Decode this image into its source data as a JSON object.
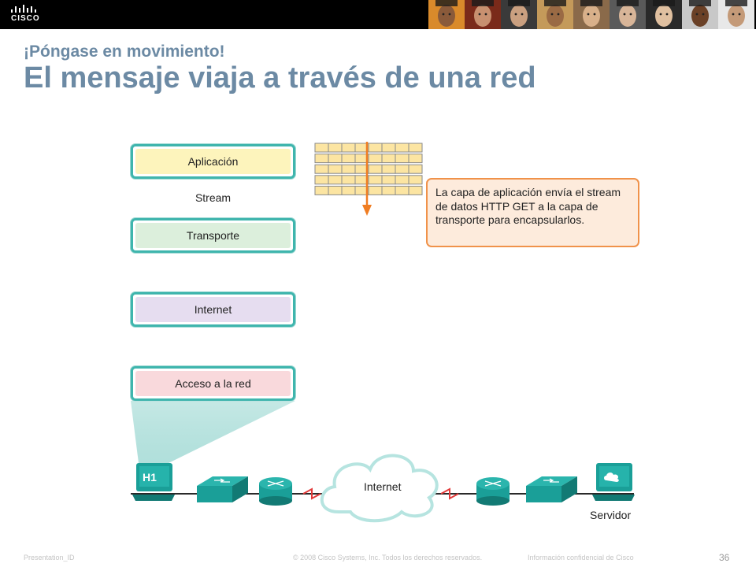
{
  "header": {
    "brand": "CISCO",
    "photos": [
      {
        "skin": "#8a5a3a",
        "bg": "#d98a2b"
      },
      {
        "skin": "#c89070",
        "bg": "#7a2a1a"
      },
      {
        "skin": "#caa080",
        "bg": "#3a3a3a"
      },
      {
        "skin": "#9a6a44",
        "bg": "#c49a5a"
      },
      {
        "skin": "#d8b08a",
        "bg": "#8a6a4a"
      },
      {
        "skin": "#d8b598",
        "bg": "#5a5a5a"
      },
      {
        "skin": "#e0c0a0",
        "bg": "#2a2a2a"
      },
      {
        "skin": "#6a4026",
        "bg": "#c8c8c8"
      },
      {
        "skin": "#c49a78",
        "bg": "#e8e8e8"
      }
    ]
  },
  "slide": {
    "subtitle": "¡Póngase en movimiento!",
    "title": "El mensaje viaja a través de una red"
  },
  "layers": [
    {
      "label": "Aplicación",
      "color": "#fdf4bc"
    },
    {
      "label": "Transporte",
      "color": "#dcefdc"
    },
    {
      "label": "Internet",
      "color": "#e6ddf0"
    },
    {
      "label": "Acceso a la red",
      "color": "#f9d9dc"
    }
  ],
  "stream_label": "Stream",
  "callout_text": "La capa de aplicación envía el stream de datos HTTP GET a la capa de transporte para encapsularlos.",
  "network": {
    "host_label": "H1",
    "cloud_label": "Internet",
    "server_label": "Servidor"
  },
  "footer": {
    "left": "Presentation_ID",
    "center": "© 2008 Cisco Systems, Inc. Todos los derechos reservados.",
    "right": "Información confidencial de Cisco",
    "page": "36"
  },
  "colors": {
    "accent_teal": "#3fb5ad",
    "arrow_orange": "#f07d22",
    "callout_border": "#f0924a",
    "title_blue": "#6c8aa4",
    "device_teal": "#1a9f98"
  }
}
